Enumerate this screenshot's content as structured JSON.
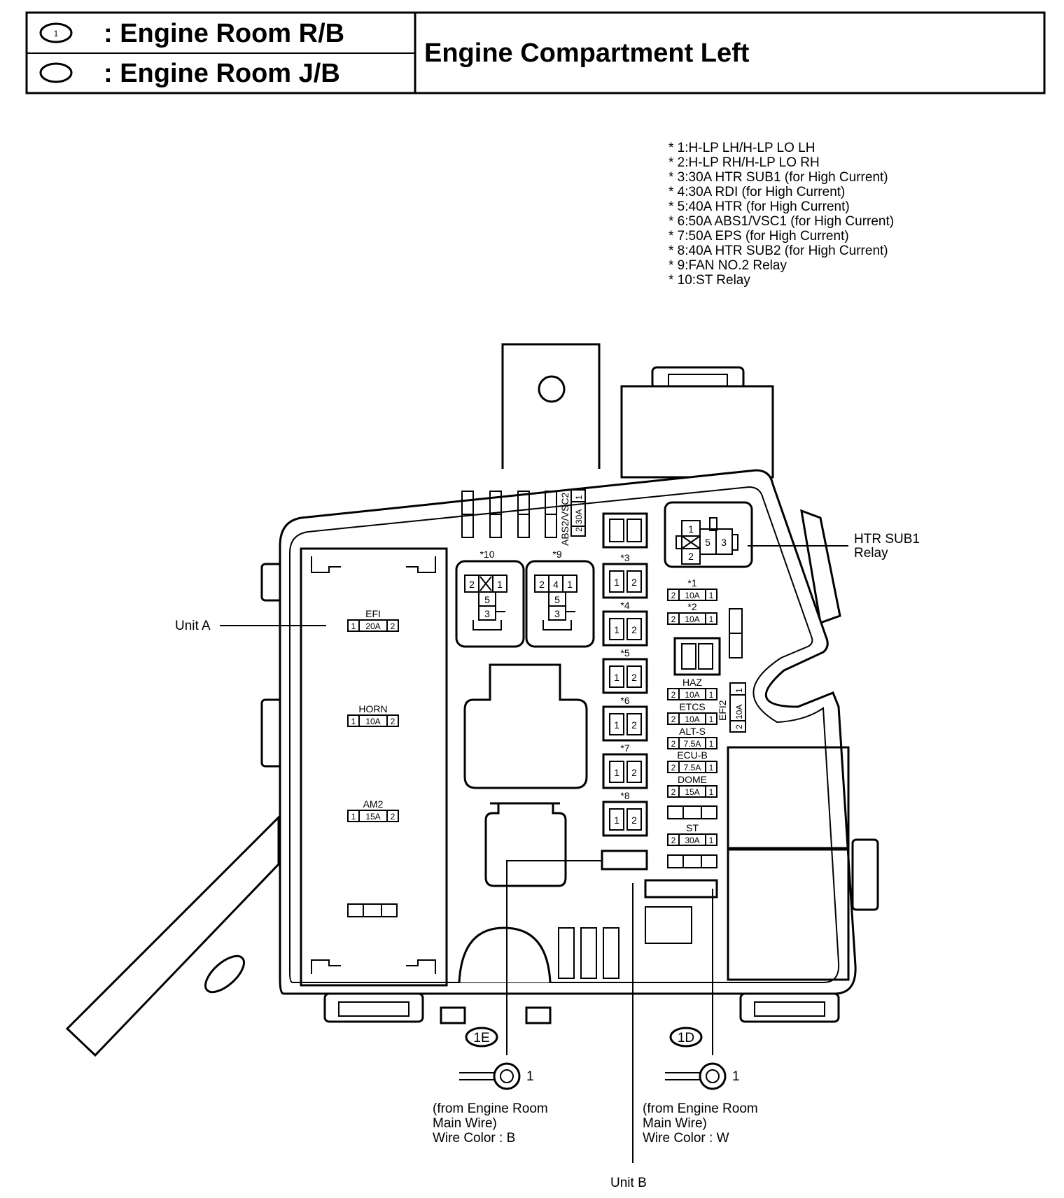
{
  "header": {
    "legend_rb_num": "1",
    "legend_rb_label": ": Engine Room R/B",
    "legend_jb_label": ": Engine Room J/B",
    "title": "Engine Compartment Left"
  },
  "notes": [
    "* 1:H-LP LH/H-LP LO LH",
    "* 2:H-LP RH/H-LP LO RH",
    "* 3:30A HTR SUB1 (for High Current)",
    "* 4:30A RDI (for High Current)",
    "* 5:40A HTR (for High Current)",
    "* 6:50A ABS1/VSC1 (for High Current)",
    "* 7:50A EPS (for High Current)",
    "* 8:40A HTR SUB2 (for High Current)",
    "* 9:FAN NO.2 Relay",
    "* 10:ST Relay"
  ],
  "callouts": {
    "unit_a": "Unit A",
    "unit_b": "Unit B",
    "htr_relay_line1": "HTR SUB1",
    "htr_relay_line2": "Relay"
  },
  "connectors": {
    "c1e": "1E",
    "c1d": "1D",
    "pin_e": "1",
    "pin_d": "1",
    "left_text": [
      "(from Engine Room",
      "Main Wire)",
      "Wire Color : B"
    ],
    "right_text": [
      "(from Engine Room",
      "Main Wire)",
      "Wire Color : W"
    ]
  },
  "unit_a_fuses": [
    {
      "name": "EFI",
      "left": "1",
      "amp": "20A",
      "right": "2"
    },
    {
      "name": "HORN",
      "left": "1",
      "amp": "10A",
      "right": "2"
    },
    {
      "name": "AM2",
      "left": "1",
      "amp": "15A",
      "right": "2"
    }
  ],
  "right_fuses": [
    {
      "name": "*1",
      "left": "2",
      "amp": "10A",
      "right": "1"
    },
    {
      "name": "*2",
      "left": "2",
      "amp": "10A",
      "right": "1"
    },
    {
      "name": "HAZ",
      "left": "2",
      "amp": "10A",
      "right": "1"
    },
    {
      "name": "ETCS",
      "left": "2",
      "amp": "10A",
      "right": "1"
    },
    {
      "name": "ALT-S",
      "left": "2",
      "amp": "7.5A",
      "right": "1"
    },
    {
      "name": "ECU-B",
      "left": "2",
      "amp": "7.5A",
      "right": "1"
    },
    {
      "name": "DOME",
      "left": "2",
      "amp": "15A",
      "right": "1"
    },
    {
      "name": "ST",
      "left": "2",
      "amp": "30A",
      "right": "1"
    }
  ],
  "high_current": [
    {
      "name": "*3",
      "left": "1",
      "right": "2"
    },
    {
      "name": "*4",
      "left": "1",
      "right": "2"
    },
    {
      "name": "*5",
      "left": "1",
      "right": "2"
    },
    {
      "name": "*6",
      "left": "1",
      "right": "2"
    },
    {
      "name": "*7",
      "left": "1",
      "right": "2"
    },
    {
      "name": "*8",
      "left": "1",
      "right": "2"
    }
  ],
  "vertical_fuses": {
    "abs2": {
      "name": "ABS2/VSC2",
      "left": "2",
      "amp": "30A",
      "right": "1"
    },
    "efi2": {
      "name": "EFI2",
      "left": "2",
      "amp": "10A",
      "right": "1"
    }
  },
  "relays": {
    "r10": {
      "name": "*10",
      "p2": "2",
      "p1": "1",
      "p5": "5",
      "p3": "3"
    },
    "r9": {
      "name": "*9",
      "p2": "2",
      "p4": "4",
      "p1": "1",
      "p5": "5",
      "p3": "3"
    },
    "htr": {
      "p1": "1",
      "p2": "2",
      "p5": "5",
      "p3": "3"
    }
  }
}
